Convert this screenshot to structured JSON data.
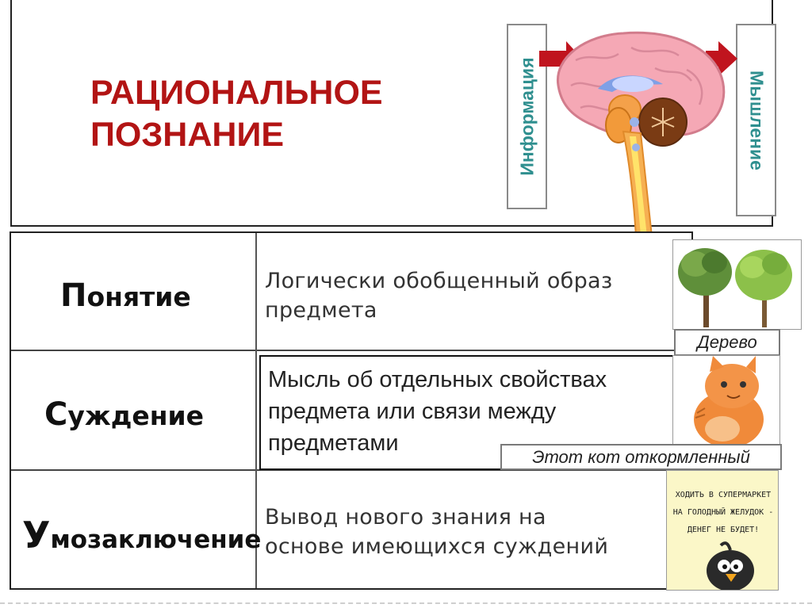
{
  "header": {
    "title_line1": "РАЦИОНАЛЬНОЕ",
    "title_line2": "ПОЗНАНИЕ",
    "info_label": "Информация",
    "think_label": "Мышление"
  },
  "rows": [
    {
      "term_initial": "П",
      "term_rest": "онятие",
      "definition_line1": "Логически обобщенный образ",
      "definition_line2": "предмета"
    },
    {
      "term_initial": "С",
      "term_rest": "уждение",
      "definition_line1": "Мысль об отдельных свойствах",
      "definition_line2": "предмета или связи между",
      "definition_line3": "предметами"
    },
    {
      "term_initial": "У",
      "term_rest": "мозаключение",
      "definition_line1": "Вывод нового знания на",
      "definition_line2": "основе имеющихся суждений"
    }
  ],
  "examples": {
    "tree_caption": "Дерево",
    "cat_caption": "Этот кот откормленный",
    "poster_line1": "ХОДИТЬ В СУПЕРМАРКЕТ",
    "poster_line2": "НА ГОЛОДНЫЙ ЖЕЛУДОК -",
    "poster_line3": "ДЕНЕГ НЕ БУДЕТ!"
  },
  "colors": {
    "title": "#b21414",
    "vertical_labels": "#2f8f8f",
    "arrow": "#c0141e",
    "brain": "#f5a8b5"
  }
}
